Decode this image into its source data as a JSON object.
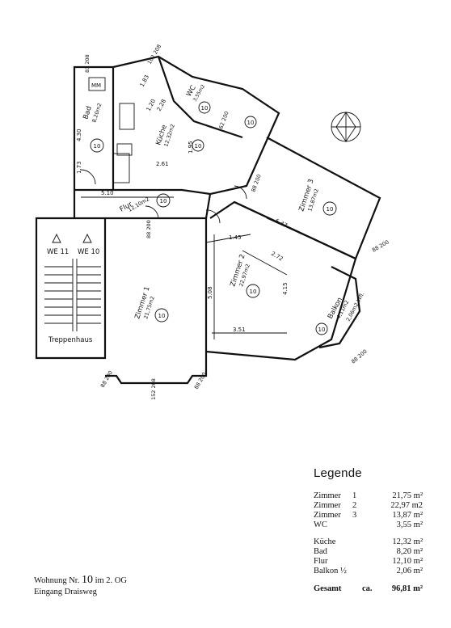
{
  "plan": {
    "rooms": [
      {
        "name": "Zimmer 1",
        "area": "21,75m2",
        "height": "10"
      },
      {
        "name": "Zimmer 2",
        "area": "22,97m2",
        "height": "10"
      },
      {
        "name": "Zimmer 3",
        "area": "13,87m2",
        "height": "10"
      },
      {
        "name": "Bad",
        "area": "8,20m2",
        "height": "10"
      },
      {
        "name": "Küche",
        "area": "12,32m2",
        "height": "10"
      },
      {
        "name": "WC",
        "area": "3,55m2",
        "height": "10"
      },
      {
        "name": "Flur",
        "area": "12,10m2",
        "height": "10"
      },
      {
        "name": "Balkon",
        "area": "4,11m2",
        "height": "10"
      }
    ],
    "stair_label": "Treppenhaus",
    "stair_we_left": "WE 11",
    "stair_we_right": "WE 10",
    "mm_label": "MM",
    "balkon_note": "2,06m2 Wfl.",
    "dims": {
      "d510": "5.10",
      "d430": "4.30",
      "d173": "1.73",
      "d508": "5.08",
      "d351": "3.51",
      "d272": "2.72",
      "d415": "4.15",
      "d145": "1.45",
      "d547": "5.47",
      "d195": "1.95",
      "d228": "2.28",
      "d120": "1.20",
      "d183": "1.83",
      "d261": "2.61"
    },
    "openings": {
      "o1": "83 208",
      "o2": "88 200",
      "o3": "102 208",
      "o4": "152 208",
      "o5": "88 200",
      "o6": "88 200",
      "o7": "88 200",
      "o8": "62 200",
      "o9": "88 200",
      "o10": "88 200"
    }
  },
  "legend": {
    "title": "Legende",
    "rows": [
      {
        "name": "Zimmer",
        "idx": "1",
        "value": "21,75 m²"
      },
      {
        "name": "Zimmer",
        "idx": "2",
        "value": "22,97 m2"
      },
      {
        "name": "Zimmer",
        "idx": "3",
        "value": "13,87 m²"
      },
      {
        "name": "WC",
        "idx": "",
        "value": "3,55 m²"
      }
    ],
    "rows2": [
      {
        "name": "Küche",
        "idx": "",
        "value": "12,32 m²"
      },
      {
        "name": "Bad",
        "idx": "",
        "value": "8,20 m²"
      },
      {
        "name": "Flur",
        "idx": "",
        "value": "12,10 m²"
      },
      {
        "name": "Balkon ½",
        "idx": "",
        "value": "2,06 m²"
      }
    ],
    "total_label": "Gesamt",
    "total_prefix": "ca.",
    "total_value": "96,81 m²"
  },
  "footer": {
    "line1_a": "Wohnung Nr.",
    "line1_num": "10",
    "line1_b": "im 2. OG",
    "line2": "Eingang  Draisweg"
  }
}
